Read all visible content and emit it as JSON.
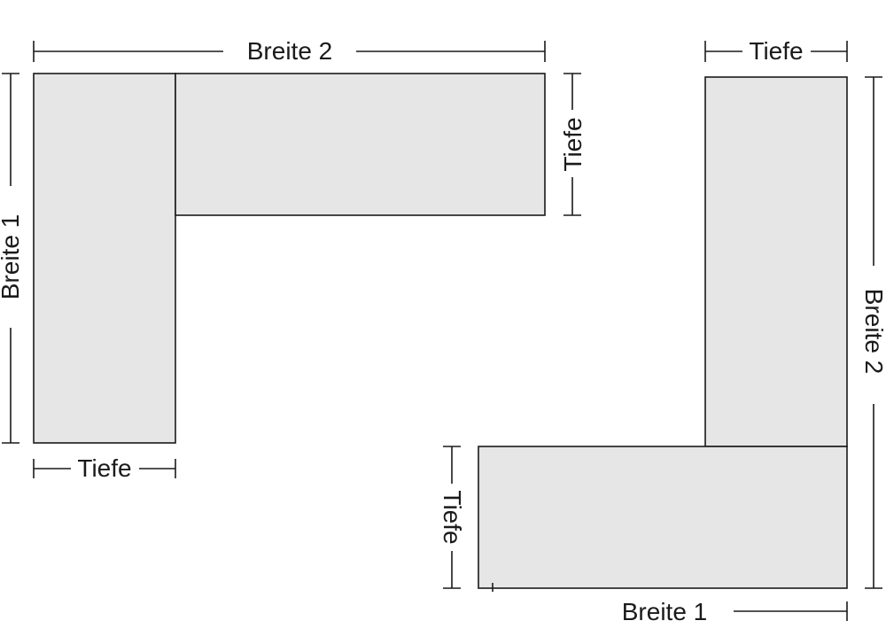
{
  "left_diagram": {
    "label_top": "Breite 2",
    "label_side": "Breite 1",
    "label_depth_right": "Tiefe",
    "label_depth_bottom": "Tiefe"
  },
  "right_diagram": {
    "label_top": "Tiefe",
    "label_side": "Breite 2",
    "label_depth_left": "Tiefe",
    "label_bottom": "Breite 1"
  },
  "colors": {
    "fill": "#e6e6e6",
    "stroke": "#1a1a1a"
  }
}
